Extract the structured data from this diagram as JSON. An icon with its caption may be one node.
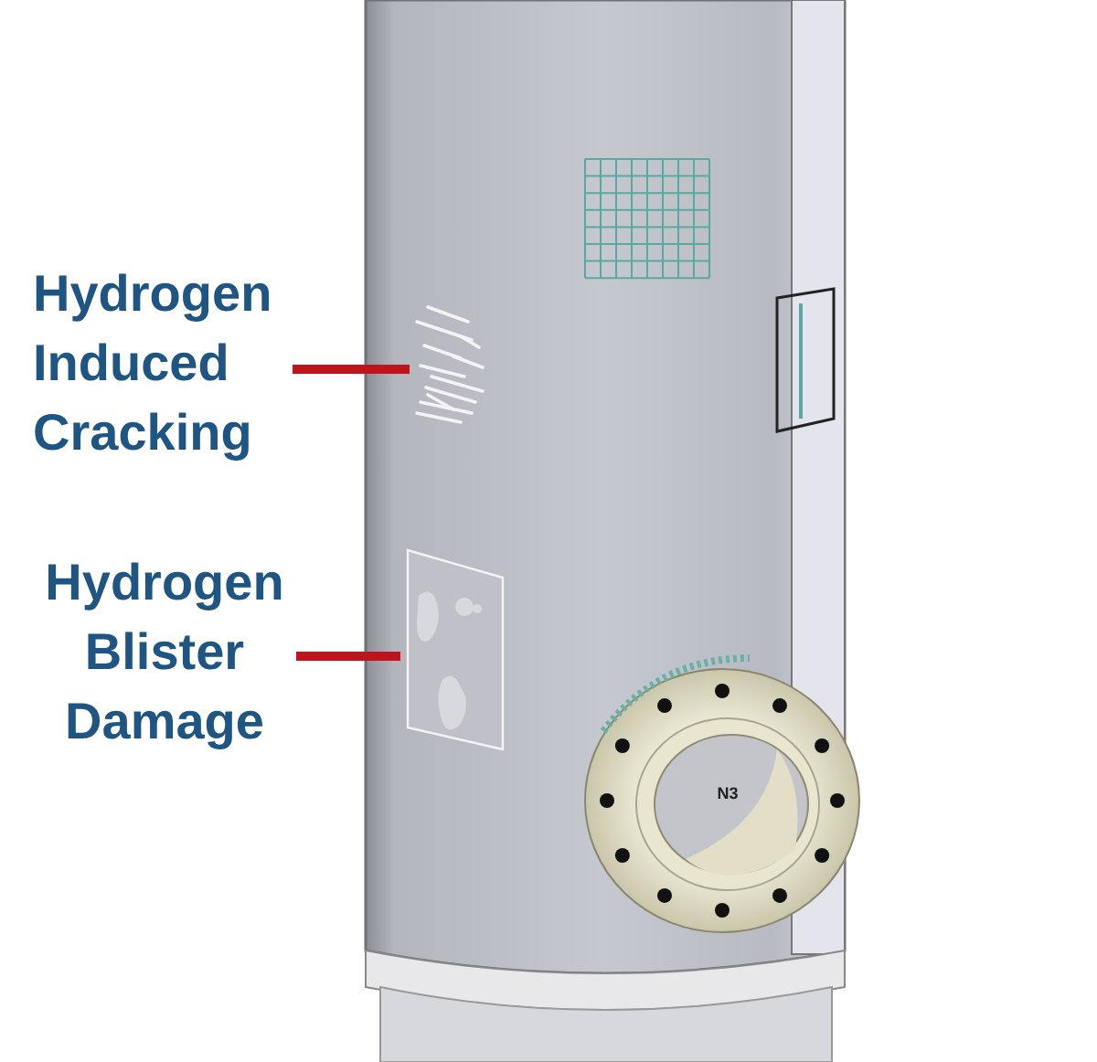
{
  "diagram": {
    "nodes": [
      {
        "text": [
          "Hydrogen Induced Cracking"
        ]
      },
      {
        "text": [],
        "shape": "picture"
      },
      {
        "text": [
          "Hydrogen Blister Damage"
        ]
      },
      {
        "text": [],
        "shape": "picture"
      }
    ],
    "edges": [
      {
        "from": 0,
        "to": 1,
        "arrow": "none"
      },
      {
        "from": 2,
        "to": 3,
        "arrow": "none"
      }
    ],
    "labels": [
      "N3"
    ]
  }
}
